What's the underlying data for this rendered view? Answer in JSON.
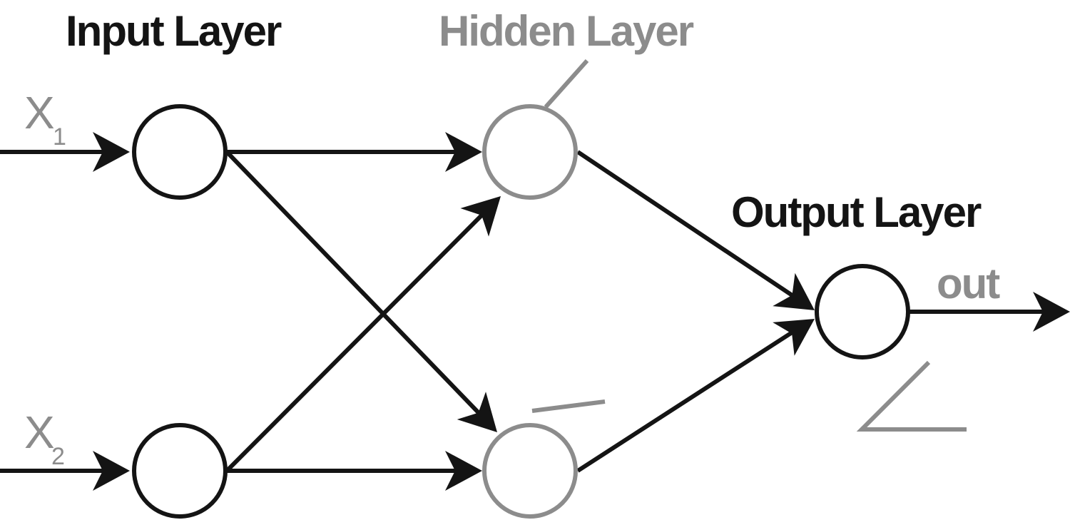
{
  "layers": {
    "input_label": "Input Layer",
    "hidden_label": "Hidden Layer",
    "output_label": "Output Layer"
  },
  "inputs": [
    {
      "letter": "X",
      "subscript": "1"
    },
    {
      "letter": "X",
      "subscript": "2"
    }
  ],
  "output": {
    "label": "out"
  },
  "colors": {
    "black": "#141414",
    "gray": "#8c8c8c",
    "background": "#ffffff"
  }
}
